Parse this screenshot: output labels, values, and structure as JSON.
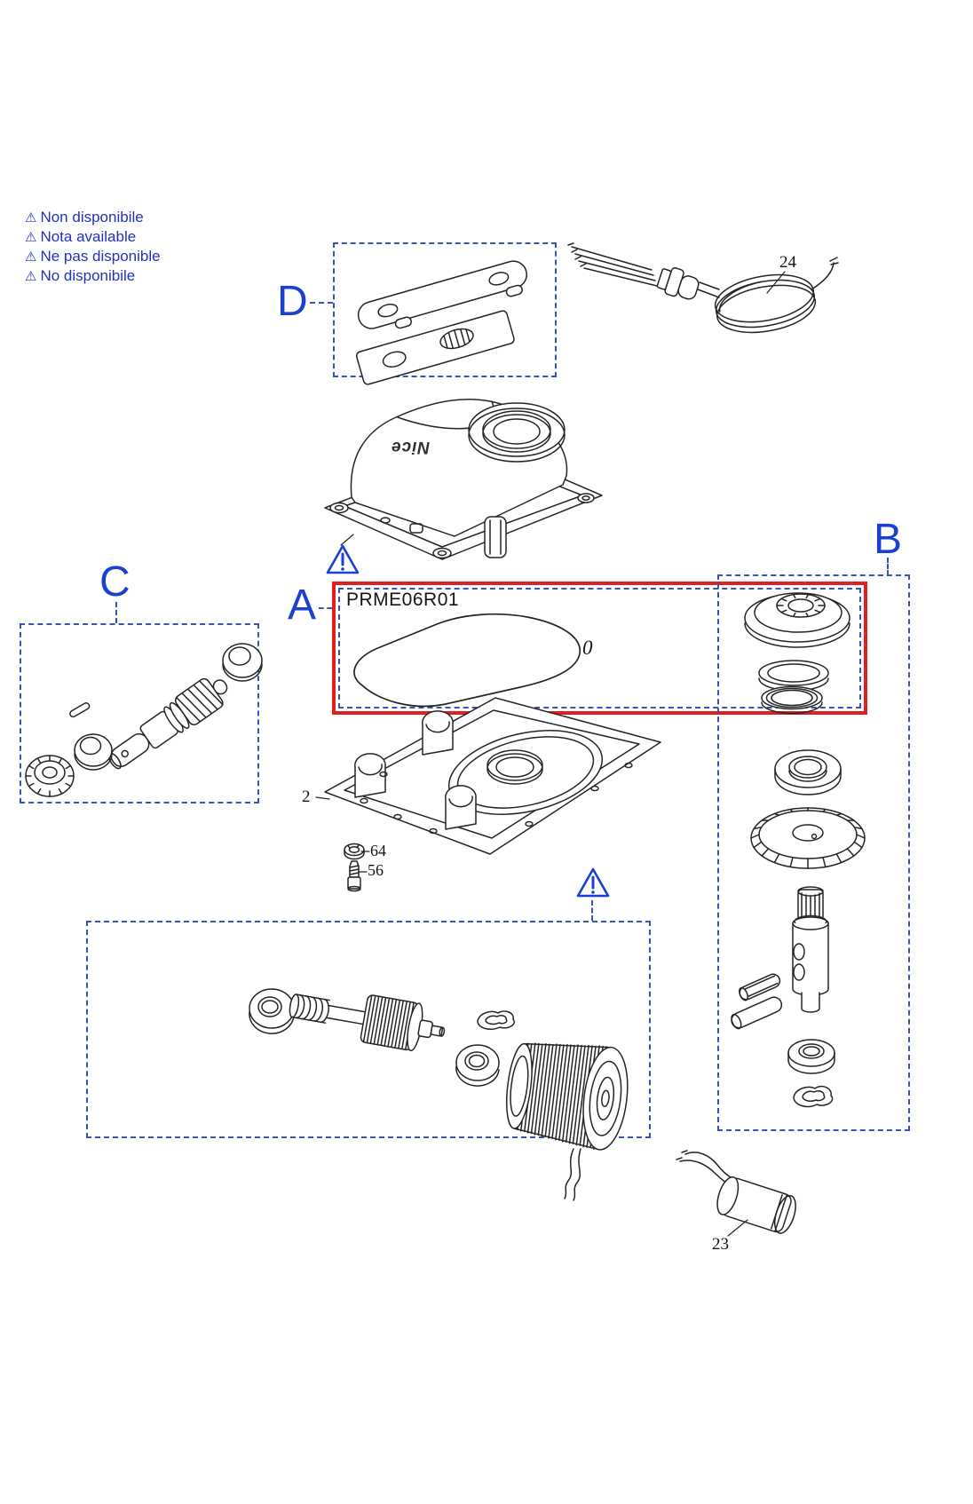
{
  "colors": {
    "accent_blue": "#1b3fd0",
    "box_blue": "#3553b8",
    "note_blue": "#2233b8",
    "highlight_red": "#e02020",
    "line_art": "#242424"
  },
  "notes": [
    {
      "icon": "⚠",
      "text": "Non disponibile"
    },
    {
      "icon": "⚠",
      "text": "Nota available"
    },
    {
      "icon": "⚠",
      "text": "Ne pas disponible"
    },
    {
      "icon": "⚠",
      "text": "No disponibile"
    }
  ],
  "groups": {
    "a": {
      "label": "A",
      "part_code": "PRME06R01",
      "gasket_mark": "0"
    },
    "b": {
      "label": "B"
    },
    "c": {
      "label": "C"
    },
    "d": {
      "label": "D"
    }
  },
  "callouts": {
    "cable": "24",
    "housing": "2",
    "nut": "64",
    "screw": "56",
    "capacitor": "23"
  },
  "brand": "Nice"
}
